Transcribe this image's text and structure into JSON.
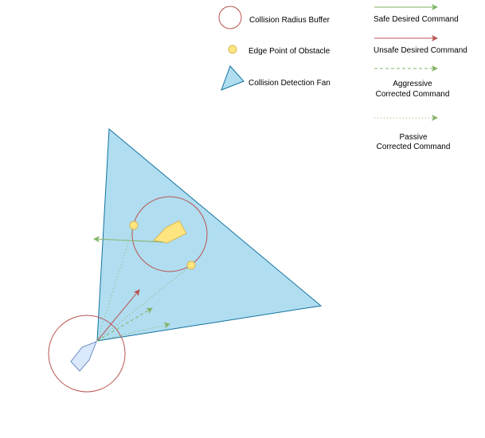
{
  "legend": {
    "collision_radius_buffer": "Collision Radius Buffer",
    "edge_point_of_obstacle": "Edge Point of Obstacle",
    "collision_detection_fan": "Collision Detection Fan",
    "safe_desired_command": "Safe Desired Command",
    "unsafe_desired_command": "Unsafe Desired Command",
    "aggressive_corrected_command": [
      "Aggressive",
      "Corrected Command"
    ],
    "passive_corrected_command": [
      "Passive",
      "Corrected Command"
    ]
  },
  "colors": {
    "fan_fill": "#b1ddf0",
    "fan_stroke": "#10739e",
    "buffer_stroke": "#b85450",
    "edge_point_fill": "#ffe57f",
    "edge_point_stroke": "#d6b656",
    "obstacle_fill": "#ffe57f",
    "obstacle_stroke": "#d6b656",
    "robot_fill": "#dae8fc",
    "robot_stroke": "#6c8ebf",
    "safe_command": "#82b366",
    "unsafe_command": "#b85450",
    "aggressive_command": "#82b366",
    "passive_command": "#82b366"
  }
}
